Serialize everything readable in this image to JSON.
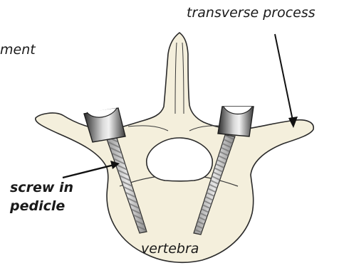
{
  "labels": {
    "transverse_process": "transverse process",
    "fragment_top_left": "ment",
    "screw_in_pedicle_line1": "screw in",
    "screw_in_pedicle_line2": "pedicle",
    "vertebra": "vertebra"
  },
  "colors": {
    "bone_fill": "#f4efdc",
    "bone_stroke": "#2a2a2a",
    "canal_fill": "#ffffff",
    "screw_head_dark": "#3c3c3c",
    "screw_head_light": "#e8e8e8",
    "screw_shaft": "#bdbdbd",
    "thread": "#7a7a7a",
    "pointer": "#111111"
  }
}
